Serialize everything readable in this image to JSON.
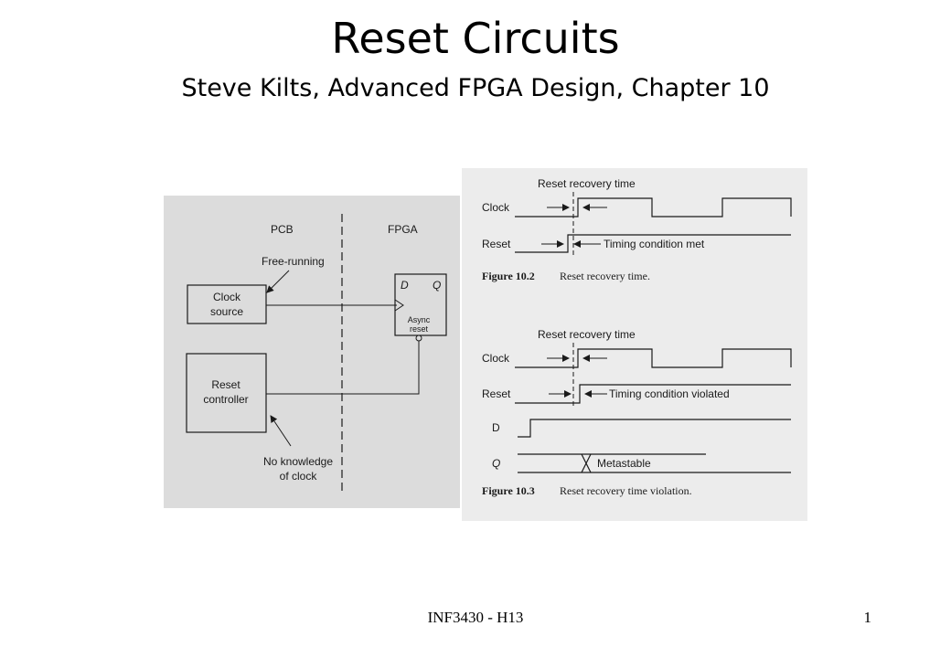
{
  "slide": {
    "title": "Reset Circuits",
    "subtitle": "Steve Kilts, Advanced FPGA Design, Chapter 10",
    "footer": "INF3430 - H13",
    "page_number": "1"
  },
  "left_diagram": {
    "pcb_label": "PCB",
    "fpga_label": "FPGA",
    "free_running": "Free-running",
    "clock_source_line1": "Clock",
    "clock_source_line2": "source",
    "reset_controller_line1": "Reset",
    "reset_controller_line2": "controller",
    "no_knowledge_line1": "No knowledge",
    "no_knowledge_line2": "of clock",
    "ff_d": "D",
    "ff_q": "Q",
    "ff_async_line1": "Async",
    "ff_async_line2": "reset"
  },
  "figure_10_2": {
    "recovery_label": "Reset recovery time",
    "clock_label": "Clock",
    "reset_label": "Reset",
    "timing_label": "Timing condition met",
    "caption_num": "Figure 10.2",
    "caption_text": "Reset recovery time."
  },
  "figure_10_3": {
    "recovery_label": "Reset recovery time",
    "clock_label": "Clock",
    "reset_label": "Reset",
    "timing_label": "Timing condition violated",
    "d_label": "D",
    "q_label": "Q",
    "metastable_label": "Metastable",
    "caption_num": "Figure 10.3",
    "caption_text": "Reset recovery time violation."
  }
}
